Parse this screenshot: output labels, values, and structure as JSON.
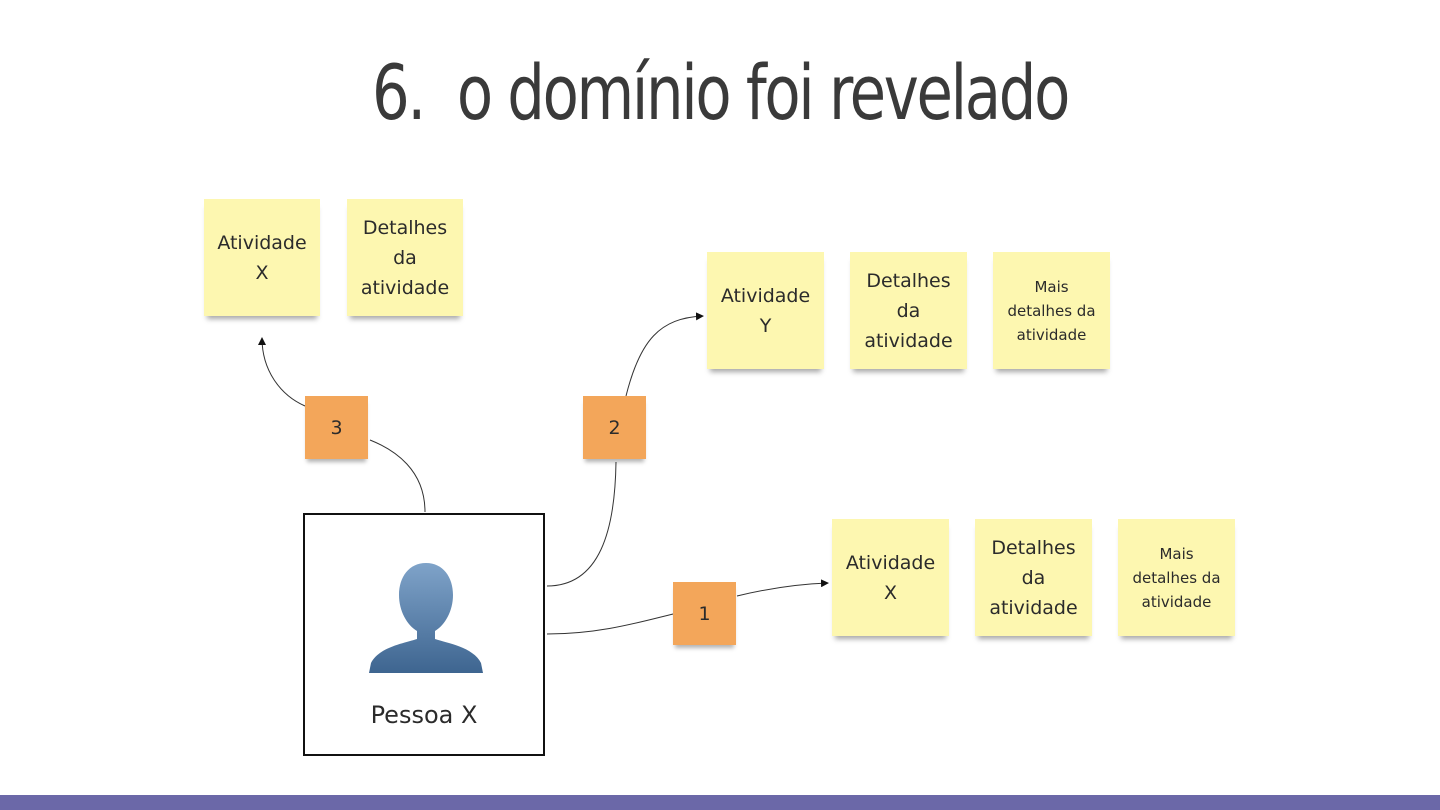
{
  "title": "6.  o domínio foi revelado",
  "colors": {
    "sticky_note": "#fdf7b0",
    "step_note": "#f3a65a",
    "footer_bar": "#6b68a8",
    "avatar": "#5b7fa6"
  },
  "person": {
    "label": "Pessoa X",
    "icon": "user-silhouette-icon"
  },
  "steps": [
    "3",
    "2",
    "1"
  ],
  "flows": [
    {
      "step": "3",
      "notes": [
        "Atividade\nX",
        "Detalhes\nda\natividade"
      ]
    },
    {
      "step": "2",
      "notes": [
        "Atividade\nY",
        "Detalhes\nda\natividade",
        "Mais\ndetalhes da\natividade"
      ]
    },
    {
      "step": "1",
      "notes": [
        "Atividade\nX",
        "Detalhes\nda\natividade",
        "Mais\ndetalhes da\natividade"
      ]
    }
  ]
}
